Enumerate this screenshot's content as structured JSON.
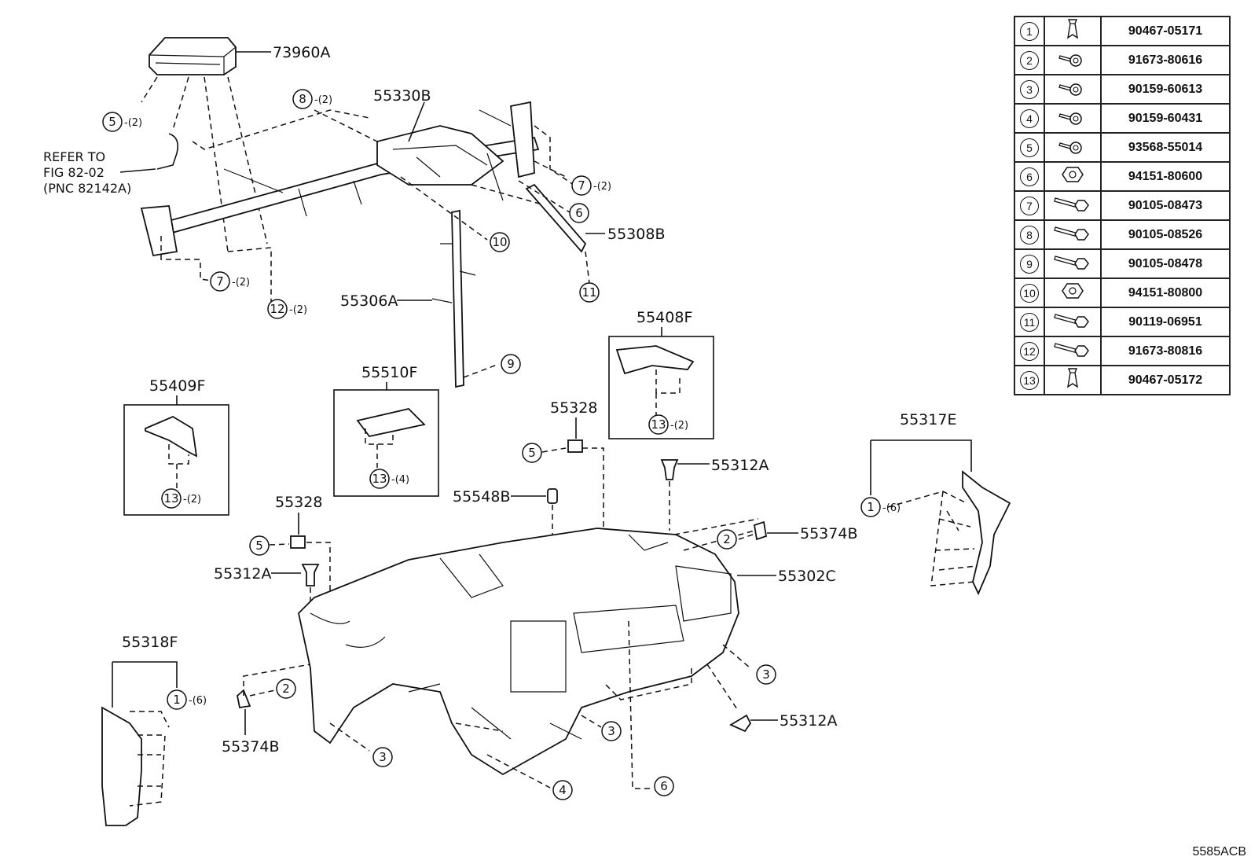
{
  "parts": {
    "p73960A": "73960A",
    "p55330B": "55330B",
    "p55308B": "55308B",
    "p55306A": "55306A",
    "p55408F": "55408F",
    "p55409F": "55409F",
    "p55510F": "55510F",
    "p55328_top": "55328",
    "p55328_left": "55328",
    "p55312A_top": "55312A",
    "p55312A_left": "55312A",
    "p55312A_bottom": "55312A",
    "p55548B": "55548B",
    "p55374B_right": "55374B",
    "p55374B_left": "55374B",
    "p55302C": "55302C",
    "p55317E": "55317E",
    "p55318F": "55318F"
  },
  "refer_note": [
    "REFER TO",
    "FIG 82-02",
    "(PNC 82142A)"
  ],
  "callouts": {
    "c5a": {
      "num": "5",
      "qty": "-(2)"
    },
    "c8": {
      "num": "8",
      "qty": "-(2)"
    },
    "c7a": {
      "num": "7",
      "qty": "-(2)"
    },
    "c6a": {
      "num": "6",
      "qty": ""
    },
    "c10": {
      "num": "10",
      "qty": ""
    },
    "c11": {
      "num": "11",
      "qty": ""
    },
    "c7b": {
      "num": "7",
      "qty": "-(2)"
    },
    "c12": {
      "num": "12",
      "qty": "-(2)"
    },
    "c9": {
      "num": "9",
      "qty": ""
    },
    "c13a": {
      "num": "13",
      "qty": "-(2)"
    },
    "c13b": {
      "num": "13",
      "qty": "-(2)"
    },
    "c13c": {
      "num": "13",
      "qty": "-(4)"
    },
    "c5b": {
      "num": "5",
      "qty": ""
    },
    "c5c": {
      "num": "5",
      "qty": ""
    },
    "c1a": {
      "num": "1",
      "qty": "-(6)"
    },
    "c1b": {
      "num": "1",
      "qty": "-(6)"
    },
    "c2a": {
      "num": "2",
      "qty": ""
    },
    "c2b": {
      "num": "2",
      "qty": ""
    },
    "c3a": {
      "num": "3",
      "qty": ""
    },
    "c3b": {
      "num": "3",
      "qty": ""
    },
    "c3c": {
      "num": "3",
      "qty": ""
    },
    "c4": {
      "num": "4",
      "qty": ""
    },
    "c6b": {
      "num": "6",
      "qty": ""
    }
  },
  "fasteners": [
    {
      "num": "1",
      "part": "90467-05171",
      "icon": "clip-icon"
    },
    {
      "num": "2",
      "part": "91673-80616",
      "icon": "screw-icon"
    },
    {
      "num": "3",
      "part": "90159-60613",
      "icon": "screw-icon"
    },
    {
      "num": "4",
      "part": "90159-60431",
      "icon": "screw-icon"
    },
    {
      "num": "5",
      "part": "93568-55014",
      "icon": "screw-icon"
    },
    {
      "num": "6",
      "part": "94151-80600",
      "icon": "nut-icon"
    },
    {
      "num": "7",
      "part": "90105-08473",
      "icon": "bolt-icon"
    },
    {
      "num": "8",
      "part": "90105-08526",
      "icon": "bolt-icon"
    },
    {
      "num": "9",
      "part": "90105-08478",
      "icon": "bolt-icon"
    },
    {
      "num": "10",
      "part": "94151-80800",
      "icon": "nut-icon"
    },
    {
      "num": "11",
      "part": "90119-06951",
      "icon": "bolt-icon"
    },
    {
      "num": "12",
      "part": "91673-80816",
      "icon": "bolt-icon"
    },
    {
      "num": "13",
      "part": "90467-05172",
      "icon": "clip-icon"
    }
  ],
  "diagram_code": "5585ACB"
}
